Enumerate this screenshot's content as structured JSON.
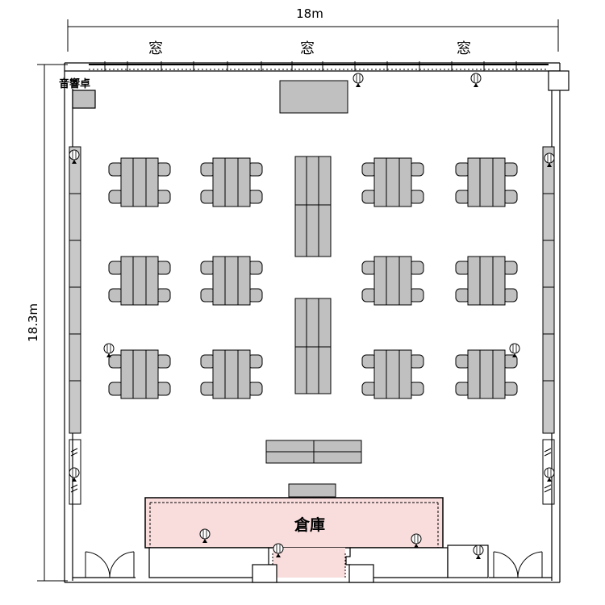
{
  "dimensions": {
    "width_label": "18m",
    "height_label": "18.3m"
  },
  "windows": {
    "labels": [
      "窓",
      "窓",
      "窓"
    ]
  },
  "rooms": {
    "storage_label": "倉庫",
    "sound_desk_label": "音響卓"
  },
  "colors": {
    "wall": "#000000",
    "furniture_fill": "#c0c0c0",
    "storage_fill": "#f9dcdc",
    "dim_line": "#000000"
  },
  "icons": [
    "speaker-icon",
    "door-swing-icon",
    "window-icon"
  ]
}
